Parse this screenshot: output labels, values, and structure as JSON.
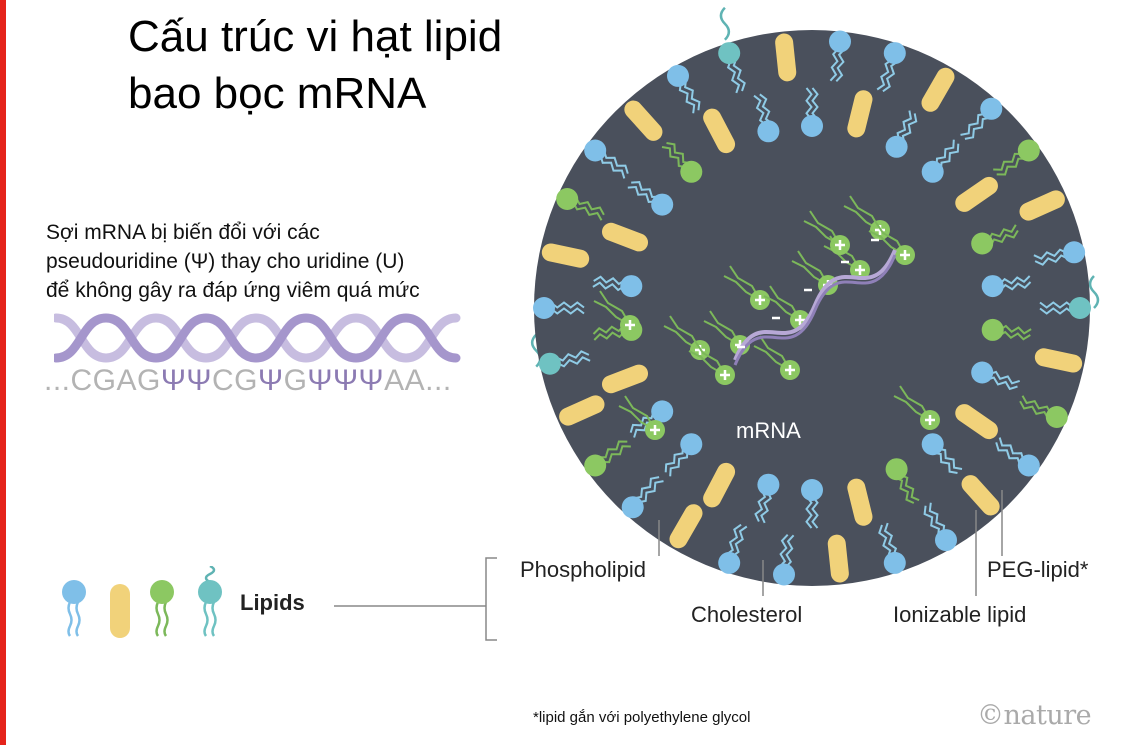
{
  "title": [
    "Cấu trúc vi hạt lipid",
    "bao bọc mRNA"
  ],
  "caption": [
    "Sợi mRNA bị biến đổi với các",
    "pseudouridine (Ψ) thay cho uridine (U)",
    "để không gây ra đáp ứng viêm quá mức"
  ],
  "sequence": [
    {
      "t": "...CGAG",
      "psi": false
    },
    {
      "t": "ΨΨ",
      "psi": true
    },
    {
      "t": "CG",
      "psi": false
    },
    {
      "t": "Ψ",
      "psi": true
    },
    {
      "t": "G",
      "psi": false
    },
    {
      "t": "ΨΨΨ",
      "psi": true
    },
    {
      "t": "AA...",
      "psi": false
    }
  ],
  "mrna_label": "mRNA",
  "legend": {
    "lipids": "Lipids"
  },
  "components": {
    "phospholipid": "Phospholipid",
    "cholesterol": "Cholesterol",
    "peg_lipid": "PEG-lipid*",
    "ionizable_lipid": "Ionizable lipid"
  },
  "footnote": "*lipid gắn với polyethylene glycol",
  "logo": "©nature",
  "colors": {
    "accent_bar": "#e5231b",
    "particle_core": "#4a505c",
    "phospholipid_head": "#7fbfe8",
    "cholesterol": "#f1d27a",
    "ionizable_head": "#8cc862",
    "peg_head": "#6fc2c2",
    "mrna_strand": "#b7a8d6"
  }
}
